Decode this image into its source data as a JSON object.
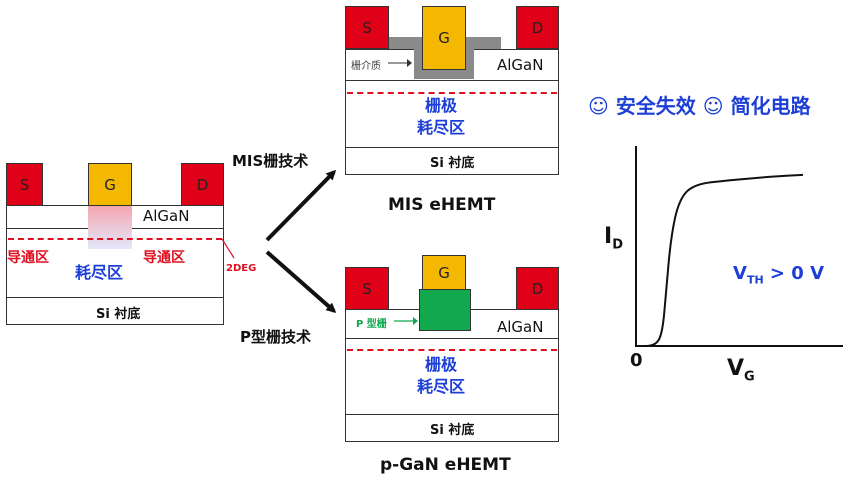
{
  "left": {
    "source": "S",
    "gate": "G",
    "drain": "D",
    "algan": "AlGaN",
    "channel_left": "导通区",
    "channel_right": "导通区",
    "depletion": "耗尽区",
    "twodeg": "2DEG",
    "substrate": "Si 衬底"
  },
  "arrows": {
    "mis_label": "MIS栅技术",
    "pgate_label": "P型栅技术"
  },
  "mis": {
    "source": "S",
    "gate": "G",
    "drain": "D",
    "dielectric": "栅介质",
    "algan": "AlGaN",
    "depletion_line1": "栅极",
    "depletion_line2": "耗尽区",
    "substrate": "Si 衬底",
    "caption": "MIS eHEMT"
  },
  "pgan": {
    "source": "S",
    "gate": "G",
    "drain": "D",
    "p_gate": "P 型栅",
    "algan": "AlGaN",
    "depletion_line1": "栅极",
    "depletion_line2": "耗尽区",
    "substrate": "Si 衬底",
    "caption": "p-GaN eHEMT"
  },
  "banner": "☺ 安全失效 ☺ 简化电路",
  "chart_data": {
    "type": "line",
    "title": "",
    "ylabel_main": "I",
    "ylabel_sub": "D",
    "xlabel_main": "V",
    "xlabel_sub": "G",
    "origin_label": "0",
    "threshold_main": "V",
    "threshold_sub": "TH",
    "threshold_rest": " > 0 V",
    "series": [
      {
        "x": [
          0,
          0.12,
          0.16,
          0.18,
          0.21,
          0.26,
          0.35,
          0.55,
          0.8,
          1.0
        ],
        "y": [
          0,
          0,
          0.08,
          0.3,
          0.6,
          0.8,
          0.88,
          0.9,
          0.92,
          0.93
        ]
      }
    ],
    "colors": {
      "curve": "#111111"
    }
  }
}
